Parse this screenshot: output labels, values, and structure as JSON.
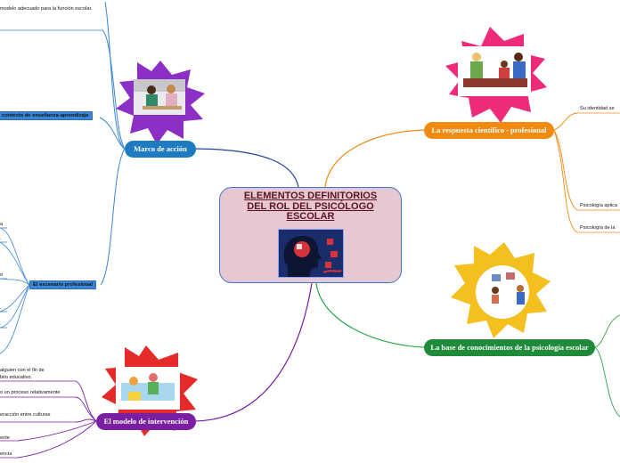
{
  "central": {
    "title_line1": "ELEMENTOS DEFINITORIOS",
    "title_line2": "DEL ROL DEL PSICÓLOGO",
    "title_line3": "ESCOLAR"
  },
  "branches": {
    "marco": "Marco de acción",
    "respuesta": "La respuesta científico - profesional",
    "base": "La base de conocimientos de la psicología escolar",
    "modelo": "El modelo de intervención"
  },
  "marco_children": {
    "modelo_adecuado": "modelo adecuado para la función escolar.",
    "contexto": "contexto de enseñanza-aprendizaje",
    "escenario": "El escenario profesional"
  },
  "escenario_partial": [
    "a",
    ".",
    "o",
    ".",
    "."
  ],
  "respuesta_children": {
    "identidad": "Su identidad se",
    "aplicada": "Psicología aplica",
    "de_la": "Psicología de la"
  },
  "modelo_children": {
    "alguien_1": "alguien con el fin de",
    "alguien_2": "bito educativo.",
    "proceso": "o un proceso relativamente",
    "cultura": "eracción entre culturas",
    "ente": "ente",
    "encia": "encia"
  },
  "colors": {
    "central_fill": "#e7c7d0",
    "central_border": "#3b78c4",
    "marco": "#1e7bbf",
    "respuesta": "#f08a10",
    "base": "#1f8a3a",
    "modelo": "#7a1fa2"
  }
}
